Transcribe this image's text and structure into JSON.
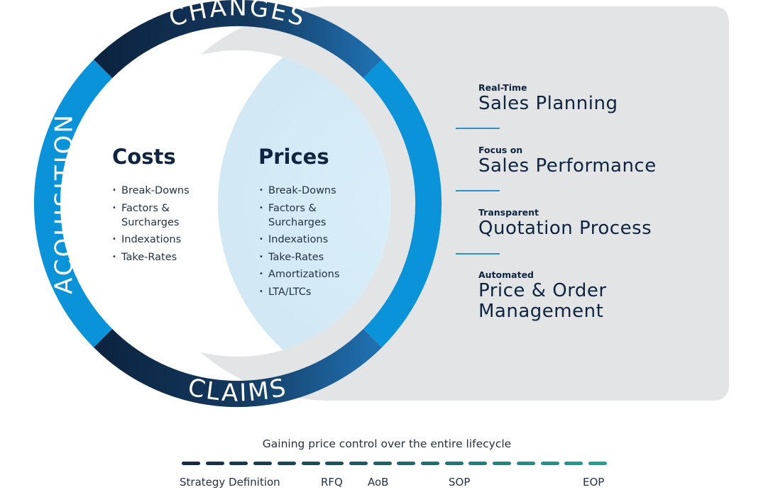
{
  "ring": {
    "top_label": "CHANGES",
    "left_label": "ACQUISITION",
    "bottom_label": "CLAIMS"
  },
  "costs": {
    "title": "Costs",
    "items": [
      "Break-Downs",
      "Factors &\nSurcharges",
      "Indexations",
      "Take-Rates"
    ]
  },
  "prices": {
    "title": "Prices",
    "items": [
      "Break-Downs",
      "Factors &\nSurcharges",
      "Indexations",
      "Take-Rates",
      "Amortizations",
      "LTA/LTCs"
    ]
  },
  "panel": {
    "items": [
      {
        "kicker": "Real-Time",
        "headline": "Sales Planning"
      },
      {
        "kicker": "Focus on",
        "headline": "Sales Performance"
      },
      {
        "kicker": "Transparent",
        "headline": "Quotation Process"
      },
      {
        "kicker": "Automated",
        "headline": "Price & Order\nManagement"
      }
    ]
  },
  "lifecycle": {
    "caption": "Gaining price control over the entire lifecycle",
    "milestones": [
      "Strategy Definition",
      "RFQ",
      "AoB",
      "SOP",
      "EOP"
    ]
  },
  "colors": {
    "navy": "#0e2a47",
    "blue": "#0b93d9",
    "panel_gray": "#e2e4e6",
    "lens_light": "#d7ecf7",
    "dash_start": "#142c45",
    "dash_end": "#1fa19a"
  }
}
